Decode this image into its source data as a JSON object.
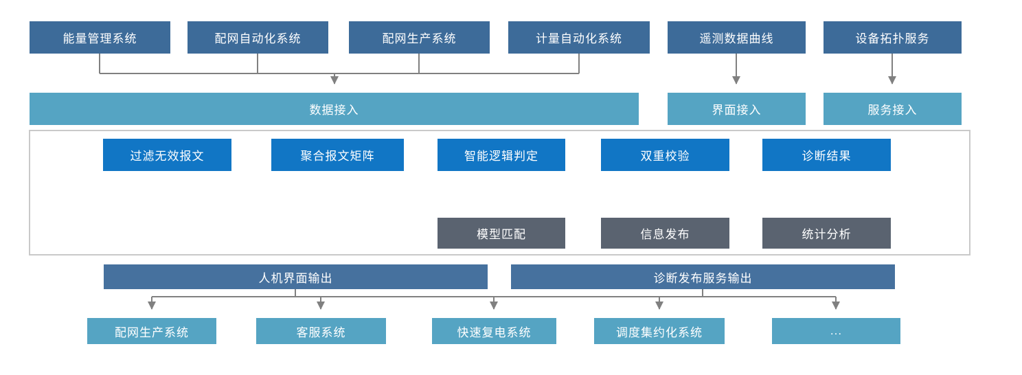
{
  "palette": {
    "source_box": "#3d6b99",
    "access_box": "#55a4c3",
    "flow_box": "#1176c5",
    "result_box": "#5a6370",
    "output_box": "#46719e",
    "wire": "#808080",
    "container_border": "#c9c9c9"
  },
  "sources": [
    {
      "label": "能量管理系统"
    },
    {
      "label": "配网自动化系统"
    },
    {
      "label": "配网生产系统"
    },
    {
      "label": "计量自动化系统"
    },
    {
      "label": "遥测数据曲线"
    },
    {
      "label": "设备拓扑服务"
    }
  ],
  "access_layer": [
    {
      "label": "数据接入"
    },
    {
      "label": "界面接入"
    },
    {
      "label": "服务接入"
    }
  ],
  "process_flow": [
    {
      "label": "过滤无效报文"
    },
    {
      "label": "聚合报文矩阵"
    },
    {
      "label": "智能逻辑判定"
    },
    {
      "label": "双重校验"
    },
    {
      "label": "诊断结果"
    }
  ],
  "results": [
    {
      "label": "模型匹配"
    },
    {
      "label": "信息发布"
    },
    {
      "label": "统计分析"
    }
  ],
  "outputs": [
    {
      "label": "人机界面输出"
    },
    {
      "label": "诊断发布服务输出"
    }
  ],
  "consumers": [
    {
      "label": "配网生产系统"
    },
    {
      "label": "客服系统"
    },
    {
      "label": "快速复电系统"
    },
    {
      "label": "调度集约化系统"
    },
    {
      "label": "..."
    }
  ]
}
